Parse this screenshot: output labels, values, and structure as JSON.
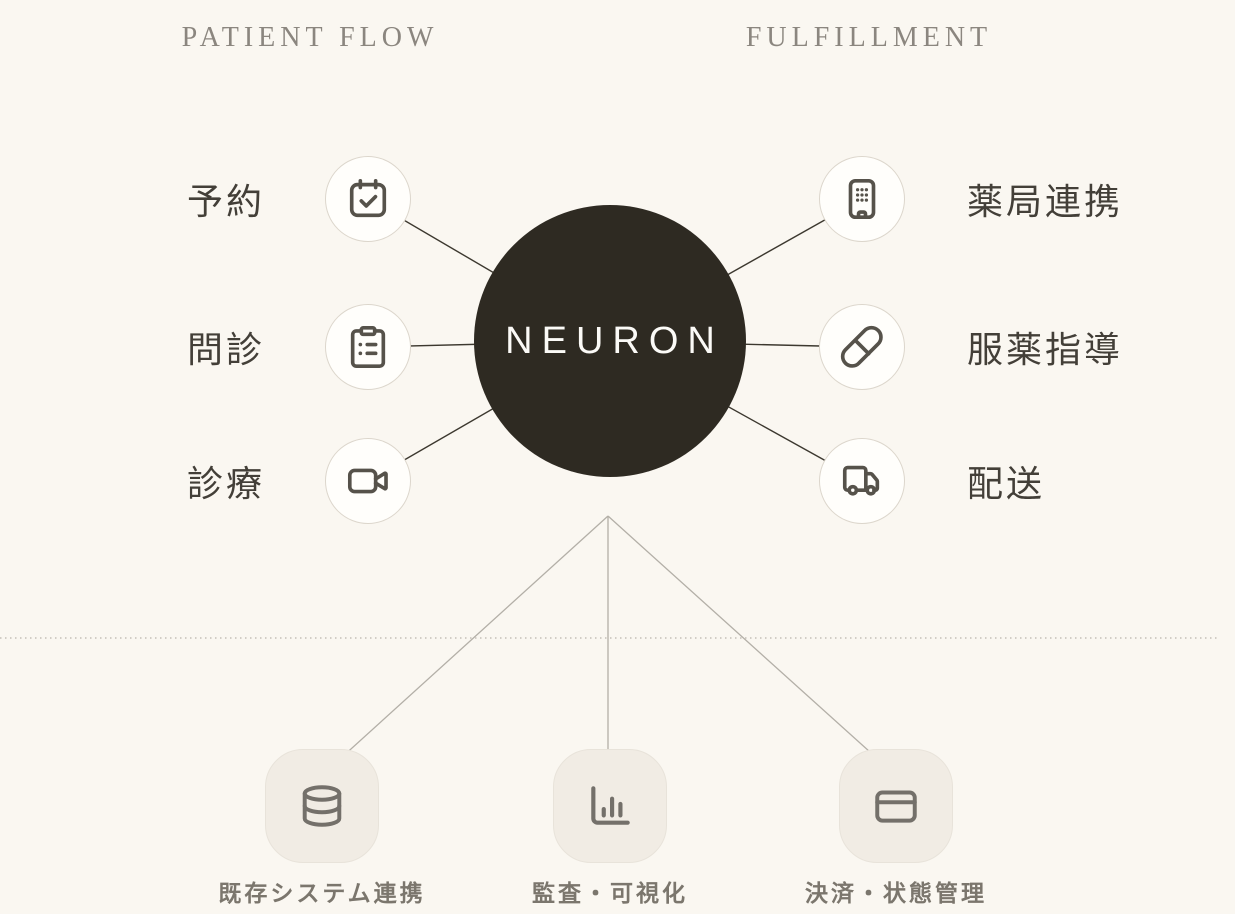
{
  "titles": {
    "patient_flow": "PATIENT FLOW",
    "fulfillment": "FULFILLMENT"
  },
  "center": {
    "label": "NEURON"
  },
  "patient_flow_nodes": [
    {
      "label": "予約",
      "icon": "calendar-check-icon"
    },
    {
      "label": "問診",
      "icon": "clipboard-list-icon"
    },
    {
      "label": "診療",
      "icon": "video-camera-icon"
    }
  ],
  "fulfillment_nodes": [
    {
      "label": "薬局連携",
      "icon": "pharmacy-building-icon"
    },
    {
      "label": "服薬指導",
      "icon": "pill-icon"
    },
    {
      "label": "配送",
      "icon": "delivery-truck-icon"
    }
  ],
  "foundation_nodes": [
    {
      "label": "既存システム連携",
      "icon": "database-icon"
    },
    {
      "label": "監査・可視化",
      "icon": "bar-chart-icon"
    },
    {
      "label": "決済・状態管理",
      "icon": "credit-card-icon"
    }
  ],
  "colors": {
    "background": "#faf7f1",
    "center_circle": "#2e2a22",
    "node_circle_fill": "#fffefb",
    "node_circle_border": "#dcd6cc",
    "foundation_box_fill": "#f1ece4",
    "icon_stroke": "#56524a",
    "node_label_text": "#433f38",
    "section_title_text": "#8b867f",
    "foundation_label_text": "#7b766d",
    "connector_dark": "#3c382f",
    "connector_light": "#b3afa7",
    "divider_dotted": "#c3bfb7"
  }
}
